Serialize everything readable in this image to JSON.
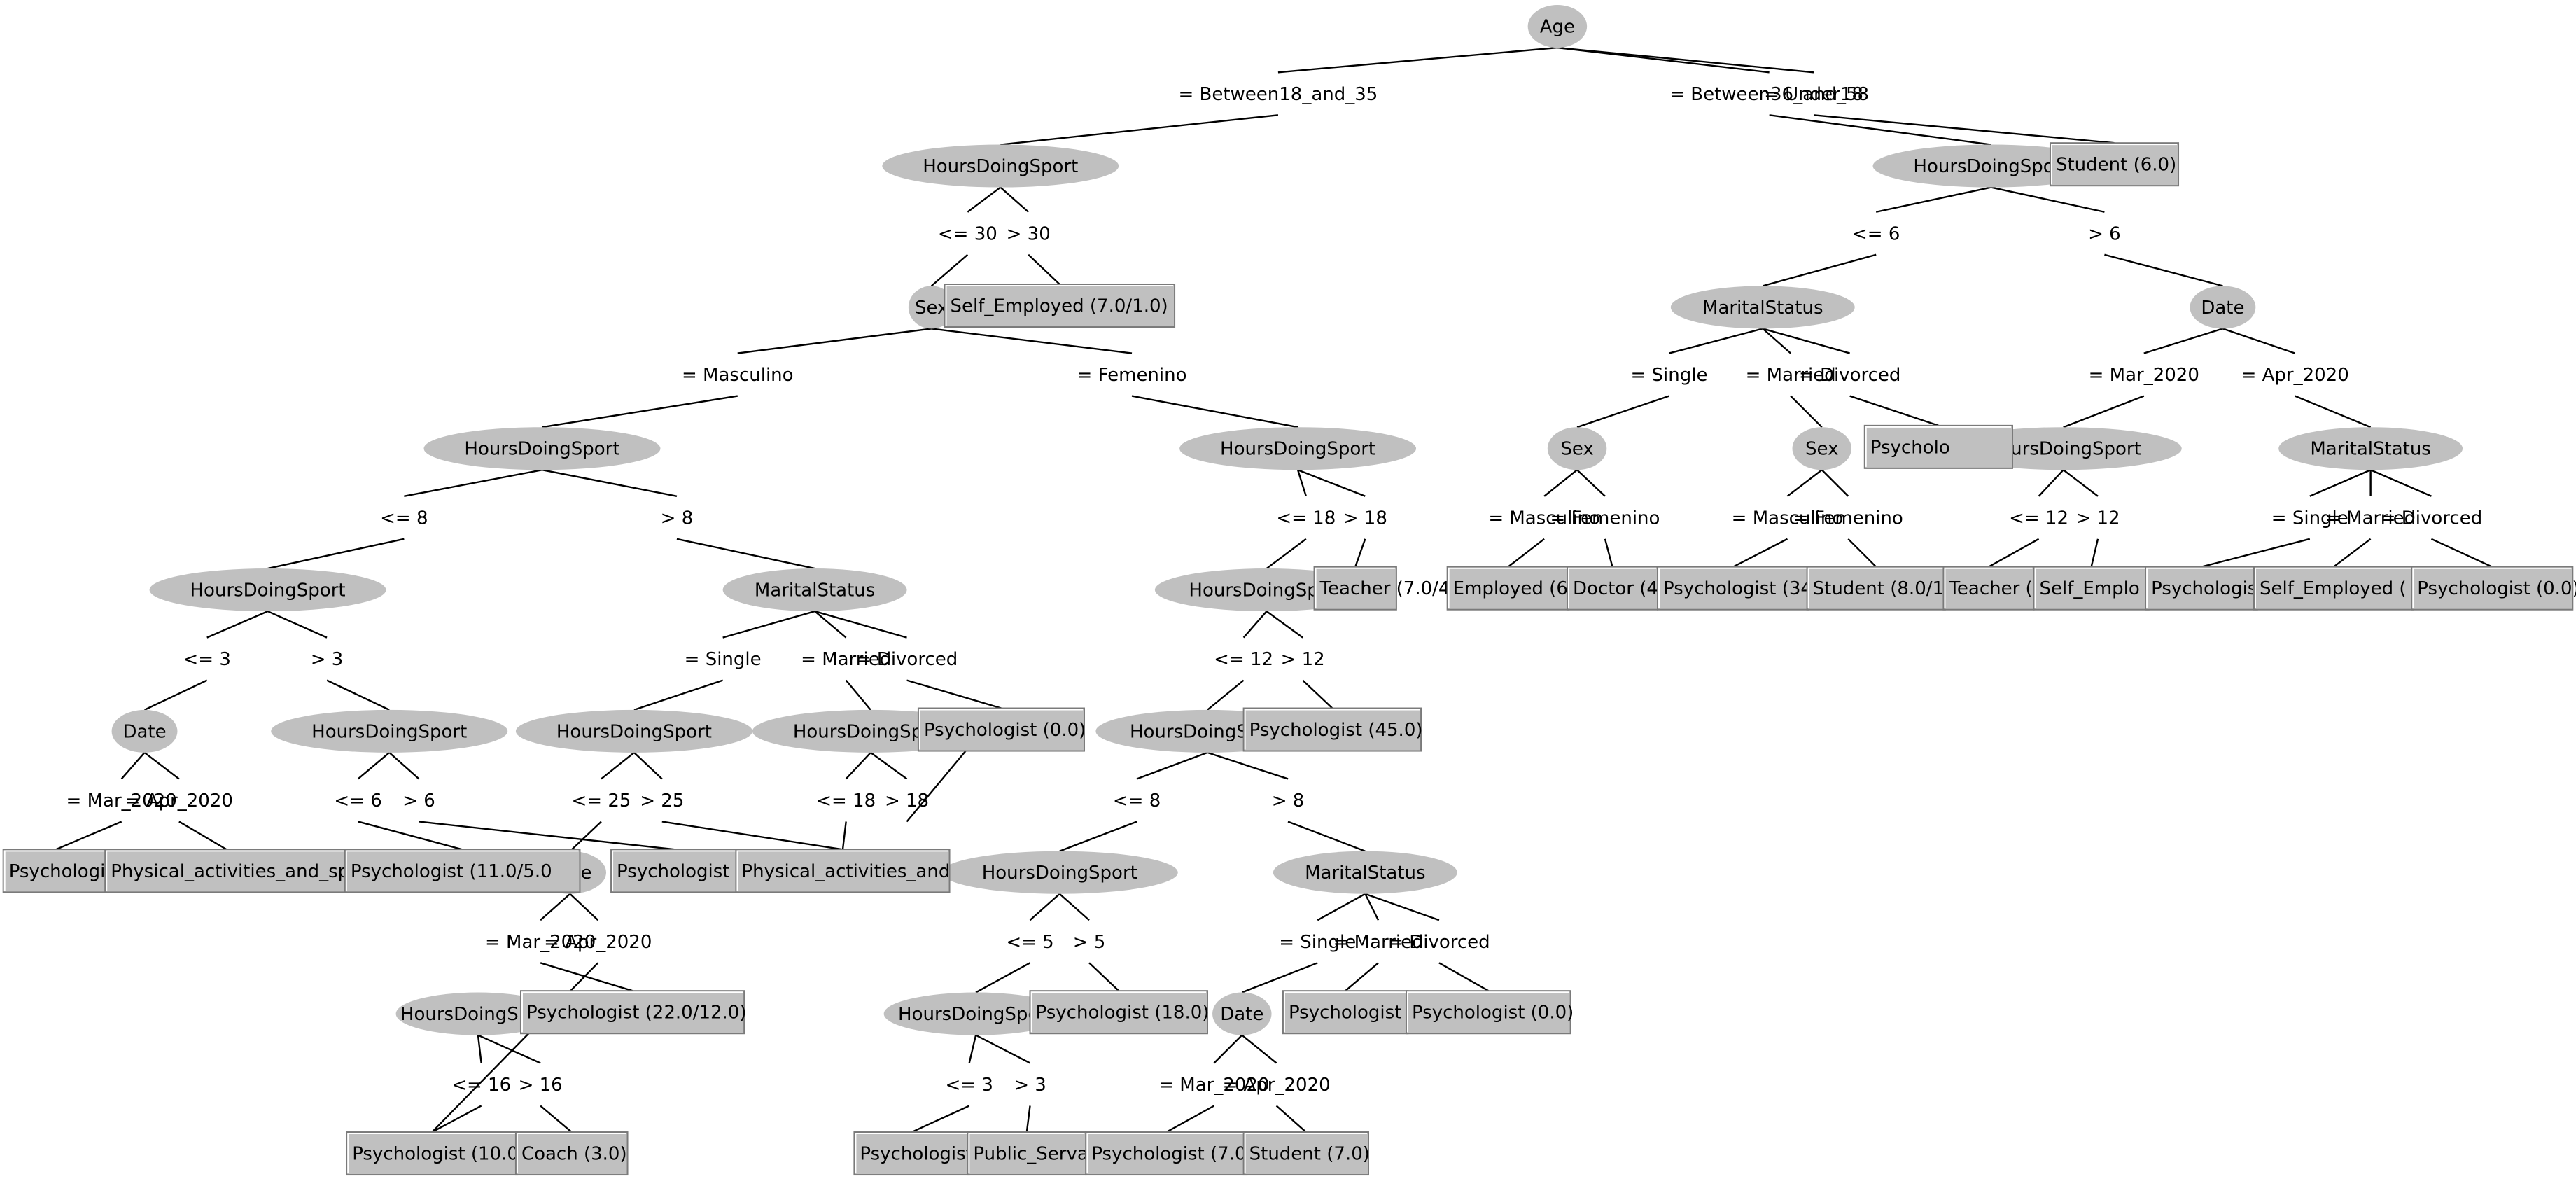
{
  "tree": {
    "colors": {
      "node_fill": "#c0c0c0",
      "leaf_fill": "#c0c0c0",
      "leaf_border": "#7a7a7a",
      "edge": "#000000",
      "background": "#ffffff"
    },
    "nodes": {
      "n1": "Age",
      "n2": "HoursDoingSport",
      "n3": "Sex",
      "n4": "HoursDoingSport",
      "n5": "HoursDoingSport",
      "n6": "Date",
      "n7": "HoursDoingSport",
      "n8": "MaritalStatus",
      "n9": "HoursDoingSport",
      "n10": "Date",
      "n11": "HoursDoingSport",
      "n12": "HoursDoingSport",
      "n13": "HoursDoingSport",
      "n14": "HoursDoingSport",
      "n15": "HoursDoingSport",
      "n16": "HoursDoingSport",
      "n17": "MaritalStatus",
      "n18": "HoursDoingSport",
      "n19": "Date",
      "n20": "HoursDoingSport",
      "n21": "MaritalStatus",
      "n22": "Date",
      "n23": "Sex",
      "n24": "Sex",
      "n25": "HoursDoingSport",
      "n26": "MaritalStatus"
    },
    "leaves": {
      "l1": "Psychologist",
      "l2": "Physical_activities_and_sp",
      "l3": "Psychologist (11.0/5.0",
      "l4": "Psychologist (",
      "l5": "Physical_activities_and",
      "l6": "Psychologist (0.0)",
      "l7": "Psychologist (22.0/12.0)",
      "l8": "Psychologist (10.0/",
      "l9": "Coach (3.0)",
      "l10": "Self_Employed (7.0/1.0)",
      "l11": "Teacher (7.0/4",
      "l12": "Psychologist (45.0)",
      "l13": "Psychologist (18.0)",
      "l14": "Psychologist",
      "l15": "Public_Serva",
      "l16": "Psychologist (7.0/",
      "l17": "Student (7.0)",
      "l18": "Psychologist (",
      "l19": "Psychologist (0.0)",
      "l20": "Student (6.0)",
      "l21": "Employed (6.",
      "l22": "Doctor (4.",
      "l23": "Psychologist (34",
      "l24": "Student (8.0/1.",
      "l25": "Psycholo",
      "l26": "Teacher (",
      "l27": "Self_Emplo",
      "l28": "Psychologis",
      "l29": "Self_Employed (",
      "l30": "Psychologist (0.0)"
    },
    "edges": {
      "e1": "= Between18_and_35",
      "e2": "= Between36_and_58",
      "e3": "= Under18",
      "e4": "<= 30",
      "e5": "> 30",
      "e6": "= Masculino",
      "e7": "= Femenino",
      "e8": "<= 8",
      "e9": "> 8",
      "e10": "<= 3",
      "e11": "> 3",
      "e12": "= Mar_2020",
      "e13": "= Apr_2020",
      "e14": "<= 6",
      "e15": "> 6",
      "e16": "= Single",
      "e17": "= Married",
      "e18": "= Divorced",
      "e19": "<= 25",
      "e20": "> 25",
      "e21": "= Mar_2020",
      "e22": "= Apr_2020",
      "e23": "<= 16",
      "e24": "> 16",
      "e25": "<= 18",
      "e26": "> 18",
      "e27": "<= 18",
      "e28": "> 18",
      "e29": "<= 12",
      "e30": "> 12",
      "e31": "<= 8",
      "e32": "> 8",
      "e33": "<= 5",
      "e34": "> 5",
      "e35": "<= 3",
      "e36": "> 3",
      "e37": "= Single",
      "e38": "= Married",
      "e39": "= Divorced",
      "e40": "= Mar_2020",
      "e41": "= Apr_2020",
      "e42": "<= 6",
      "e43": "> 6",
      "e44": "= Single",
      "e45": "= Married",
      "e46": "= Divorced",
      "e47": "= Mar_2020",
      "e48": "= Apr_2020",
      "e49": "= Masculino",
      "e50": "= Femenino",
      "e51": "= Masculino",
      "e52": "= Femenino",
      "e53": "<= 12",
      "e54": "> 12",
      "e55": "= Single",
      "e56": "= Married",
      "e57": "= Divorced"
    }
  }
}
